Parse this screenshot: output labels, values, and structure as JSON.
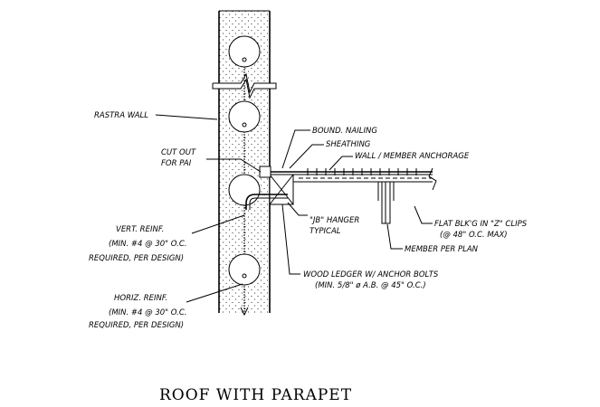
{
  "title": "ROOF WITH PARAPET",
  "labels": {
    "rastra_wall": "RASTRA WALL",
    "bound_nailing": "BOUND. NAILING",
    "sheathing": "SHEATHING",
    "wall_member_anchorage": "WALL / MEMBER ANCHORAGE",
    "cut_out_1": "CUT OUT",
    "cut_out_2": "FOR PAI",
    "jb_hanger_1": "\"JB\" HANGER",
    "jb_hanger_2": "TYPICAL",
    "flat_blkg_1": "FLAT BLK'G IN \"Z\" CLIPS",
    "flat_blkg_2": "(@ 48\" O.C. MAX)",
    "member_per_plan": "MEMBER PER PLAN",
    "vert_reinf_1": "VERT. REINF.",
    "vert_reinf_2": "(MIN. #4 @ 30\" O.C.",
    "vert_reinf_3": "REQUIRED, PER DESIGN)",
    "wood_ledger_1": "WOOD LEDGER W/ ANCHOR BOLTS",
    "wood_ledger_2": "(MIN. 5/8\" ø A.B. @ 45\" O.C.)",
    "horiz_reinf_1": "HORIZ. REINF.",
    "horiz_reinf_2": "(MIN. #4 @ 30\" O.C.",
    "horiz_reinf_3": "REQUIRED, PER DESIGN)"
  }
}
